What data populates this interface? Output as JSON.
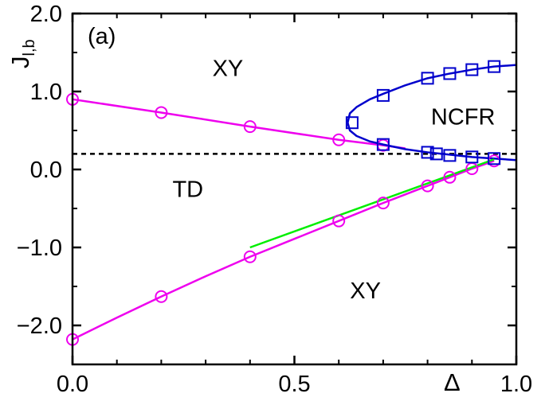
{
  "chart_data": {
    "type": "scatter",
    "panel_label": "(a)",
    "xlabel": "Δ",
    "ylabel": {
      "main": "J",
      "sub": "l,b"
    },
    "xlim": [
      0.0,
      1.0
    ],
    "ylim": [
      -2.5,
      2.0
    ],
    "x_ticks": [
      0.0,
      0.5,
      1.0
    ],
    "x_tick_labels": [
      "0.0",
      "0.5",
      "1.0"
    ],
    "y_ticks": [
      2.0,
      1.0,
      0.0,
      -1.0,
      -2.0
    ],
    "y_tick_labels": [
      "2.0",
      "1.0",
      "0.0",
      "−1.0",
      "−2.0"
    ],
    "region_labels": [
      {
        "text": "XY",
        "x": 0.35,
        "y": 1.3
      },
      {
        "text": "NCFR",
        "x": 0.88,
        "y": 0.68
      },
      {
        "text": "TD",
        "x": 0.26,
        "y": -0.25
      },
      {
        "text": "XY",
        "x": 0.66,
        "y": -1.55
      }
    ],
    "reference_line": {
      "y": 0.2,
      "style": "dashed",
      "color": "#000000",
      "x_range": [
        0.0,
        1.0
      ]
    },
    "series": [
      {
        "marker": "circle",
        "color": "#ee00ee",
        "x": [
          0.0,
          0.2,
          0.4,
          0.6,
          0.7
        ],
        "y": [
          0.9,
          0.73,
          0.55,
          0.38,
          0.31
        ]
      },
      {
        "marker": "circle",
        "color": "#ee00ee",
        "x": [
          0.0,
          0.2,
          0.4,
          0.6,
          0.7,
          0.8,
          0.85,
          0.9,
          0.95
        ],
        "y": [
          -2.18,
          -1.63,
          -1.12,
          -0.66,
          -0.43,
          -0.21,
          -0.1,
          0.01,
          0.11
        ]
      },
      {
        "marker": "square",
        "color": "#0000cc",
        "x": [
          0.63,
          0.7,
          0.8,
          0.85,
          0.9,
          0.95
        ],
        "y": [
          0.6,
          0.95,
          1.17,
          1.23,
          1.28,
          1.32
        ]
      },
      {
        "marker": "square",
        "color": "#0000cc",
        "x": [
          0.7,
          0.8,
          0.82,
          0.85,
          0.9,
          0.95
        ],
        "y": [
          0.32,
          0.22,
          0.2,
          0.18,
          0.16,
          0.14
        ]
      },
      {
        "marker": "none",
        "color": "#00ee00",
        "x": [
          0.4,
          0.95
        ],
        "y": [
          -1.0,
          0.13
        ]
      }
    ],
    "curves": {
      "upper_magenta": {
        "color": "#ee00ee",
        "x": [
          0.0,
          0.2,
          0.4,
          0.6,
          0.7,
          0.75
        ],
        "y": [
          0.9,
          0.73,
          0.55,
          0.38,
          0.31,
          0.27
        ]
      },
      "lower_magenta": {
        "color": "#ee00ee",
        "x": [
          0.0,
          0.1,
          0.2,
          0.3,
          0.4,
          0.5,
          0.6,
          0.7,
          0.8,
          0.85,
          0.9,
          0.95
        ],
        "y": [
          -2.18,
          -1.9,
          -1.63,
          -1.37,
          -1.12,
          -0.89,
          -0.66,
          -0.43,
          -0.21,
          -0.1,
          0.01,
          0.11
        ]
      },
      "upper_blue": {
        "color": "#0000cc",
        "x": [
          0.62,
          0.625,
          0.64,
          0.67,
          0.7,
          0.75,
          0.8,
          0.85,
          0.9,
          0.95,
          1.0
        ],
        "y": [
          0.6,
          0.72,
          0.8,
          0.9,
          0.97,
          1.08,
          1.17,
          1.23,
          1.28,
          1.32,
          1.34
        ]
      },
      "lower_blue": {
        "color": "#0000cc",
        "x": [
          0.62,
          0.625,
          0.64,
          0.67,
          0.7,
          0.75,
          0.8,
          0.85,
          0.9,
          0.95,
          1.0
        ],
        "y": [
          0.6,
          0.5,
          0.43,
          0.36,
          0.32,
          0.26,
          0.22,
          0.19,
          0.16,
          0.14,
          0.12
        ]
      }
    }
  }
}
